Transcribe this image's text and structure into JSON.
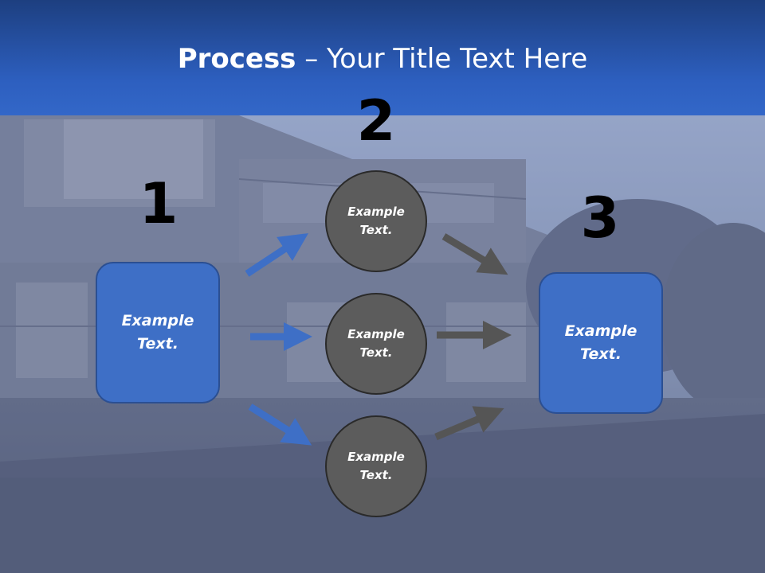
{
  "slide": {
    "title_bold": "Process",
    "title_rest": " – Your Title Text Here"
  },
  "steps": {
    "left_number": "1",
    "middle_number": "2",
    "right_number": "3"
  },
  "nodes": {
    "left_box": "Example Text.",
    "circle_top": "Example Text.",
    "circle_middle": "Example Text.",
    "circle_bottom": "Example Text.",
    "right_box": "Example Text."
  },
  "colors": {
    "header": "#2d5fbf",
    "box_fill": "#3e6fc6",
    "circle_fill": "#5c5c5c",
    "blue_arrow": "#3e6fc6",
    "gray_arrow": "#555555"
  }
}
